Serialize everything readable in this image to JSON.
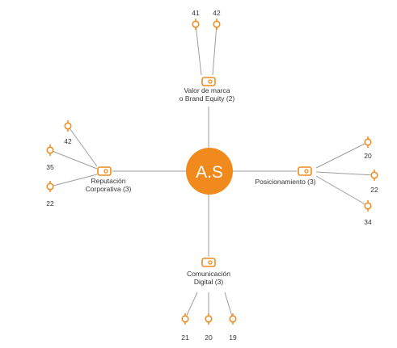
{
  "center": {
    "label": "A.S"
  },
  "colors": {
    "accent": "#f08a1c",
    "line": "#9e9e9e",
    "text": "#333333"
  },
  "icons": {
    "hub": "tag-icon",
    "leaf": "pin-icon"
  },
  "branches": [
    {
      "id": "valor-de-marca",
      "label_lines": [
        "Valor de marca",
        "o Brand Equity (2)"
      ],
      "leaves": [
        "41",
        "42"
      ]
    },
    {
      "id": "reputacion-corporativa",
      "label_lines": [
        "Reputación",
        "Corporativa (3)"
      ],
      "leaves": [
        "42",
        "35",
        "22"
      ]
    },
    {
      "id": "posicionamiento",
      "label_lines": [
        "Posicionamiento (3)"
      ],
      "leaves": [
        "20",
        "22",
        "34"
      ]
    },
    {
      "id": "comunicacion-digital",
      "label_lines": [
        "Comunicación",
        "Digital (3)"
      ],
      "leaves": [
        "21",
        "20",
        "19"
      ]
    }
  ]
}
